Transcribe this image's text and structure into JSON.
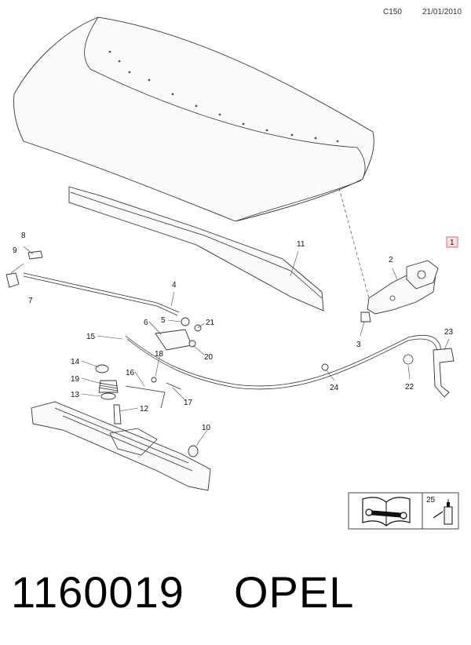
{
  "header": {
    "code": "C150",
    "date": "21/01/2010"
  },
  "callouts": {
    "c1": "1",
    "c2": "2",
    "c3": "3",
    "c4": "4",
    "c5": "5",
    "c6": "6",
    "c7": "7",
    "c8": "8",
    "c9": "9",
    "c10": "10",
    "c11": "11",
    "c12": "12",
    "c13": "13",
    "c14": "14",
    "c15": "15",
    "c16": "16",
    "c17": "17",
    "c18": "18",
    "c19": "19",
    "c20": "20",
    "c21": "21",
    "c22": "22",
    "c23": "23",
    "c24": "24",
    "c25": "25"
  },
  "footer": {
    "part_number": "1160019",
    "brand": "OPEL"
  },
  "colors": {
    "highlight": "#d44444",
    "line": "#333333"
  },
  "icons": {
    "manual": "book-wrench-icon",
    "grease": "grease-gun-icon"
  }
}
